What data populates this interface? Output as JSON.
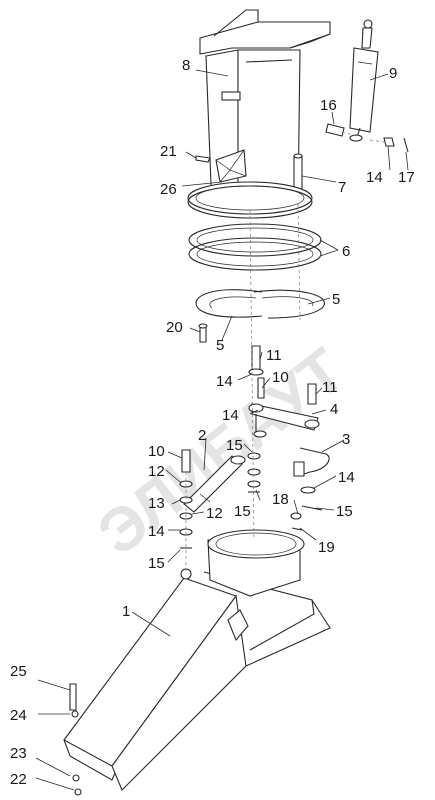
{
  "watermark": "ЭЛИБАУТ",
  "labels": {
    "p1": "1",
    "p2": "2",
    "p3": "3",
    "p4": "4",
    "p5a": "5",
    "p5b": "5",
    "p6": "6",
    "p7": "7",
    "p8": "8",
    "p9": "9",
    "p10a": "10",
    "p10b": "10",
    "p11a": "11",
    "p11b": "11",
    "p12a": "12",
    "p12b": "12",
    "p13": "13",
    "p14a": "14",
    "p14b": "14",
    "p14c": "14",
    "p14d": "14",
    "p14e": "14",
    "p15a": "15",
    "p15b": "15",
    "p15c": "15",
    "p15d": "15",
    "p16": "16",
    "p17": "17",
    "p18": "18",
    "p19": "19",
    "p20": "20",
    "p21": "21",
    "p22": "22",
    "p23": "23",
    "p24": "24",
    "p25": "25",
    "p26": "26"
  }
}
